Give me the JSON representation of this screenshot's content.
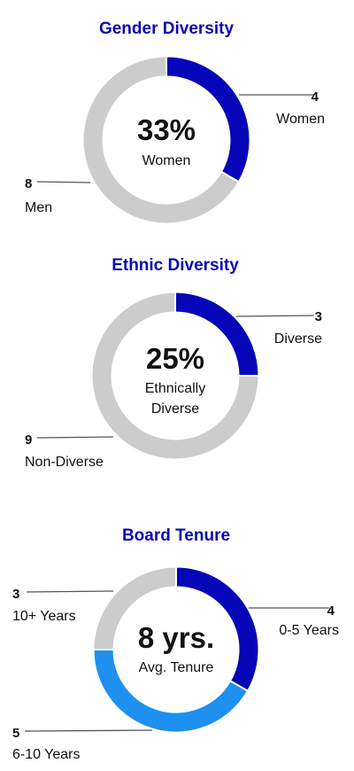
{
  "colors": {
    "navy": "#0606b8",
    "gray": "#cccccc",
    "light_blue": "#1e90f0",
    "title": "#0a0ab4"
  },
  "chart_data": [
    {
      "type": "pie",
      "title": "Gender Diversity",
      "center_value": "33%",
      "center_caption": [
        "Women"
      ],
      "slices": [
        {
          "label": "Women",
          "value": 4,
          "color": "#0606b8"
        },
        {
          "label": "Men",
          "value": 8,
          "color": "#cccccc"
        }
      ]
    },
    {
      "type": "pie",
      "title": "Ethnic Diversity",
      "center_value": "25%",
      "center_caption": [
        "Ethnically",
        "Diverse"
      ],
      "slices": [
        {
          "label": "Diverse",
          "value": 3,
          "color": "#0606b8"
        },
        {
          "label": "Non-Diverse",
          "value": 9,
          "color": "#cccccc"
        }
      ]
    },
    {
      "type": "pie",
      "title": "Board Tenure",
      "center_value": "8 yrs.",
      "center_caption": [
        "Avg. Tenure"
      ],
      "slices": [
        {
          "label": "0-5 Years",
          "value": 4,
          "color": "#0606b8"
        },
        {
          "label": "6-10 Years",
          "value": 5,
          "color": "#1e90f0"
        },
        {
          "label": "10+ Years",
          "value": 3,
          "color": "#cccccc"
        }
      ]
    }
  ]
}
